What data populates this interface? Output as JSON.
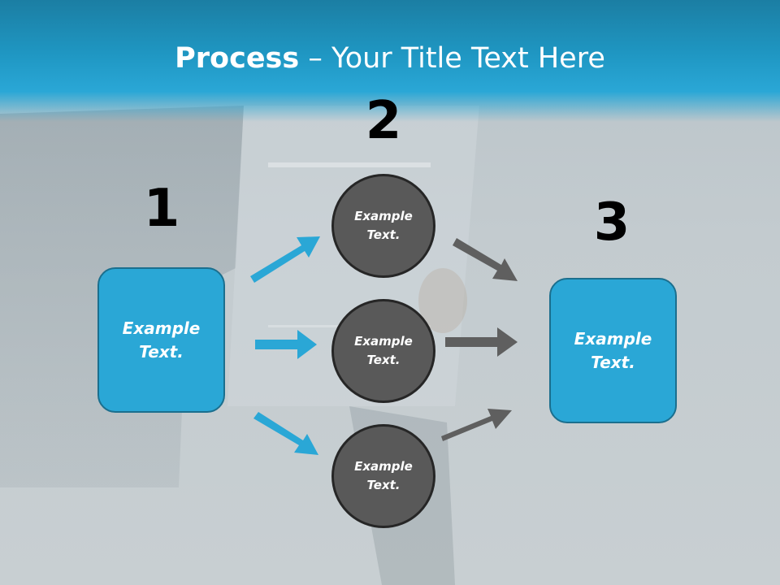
{
  "title": {
    "bold": "Process",
    "rest": " – Your Title Text Here"
  },
  "steps": [
    {
      "number": "1",
      "text": "Example\nText."
    },
    {
      "number": "2",
      "items": [
        "Example\nText.",
        "Example\nText.",
        "Example\nText."
      ]
    },
    {
      "number": "3",
      "text": "Example\nText."
    }
  ],
  "colors": {
    "accent": "#2aa7d6",
    "circle": "#595959",
    "dark_arrow": "#5f5f5f",
    "header": "#1f97c3"
  }
}
